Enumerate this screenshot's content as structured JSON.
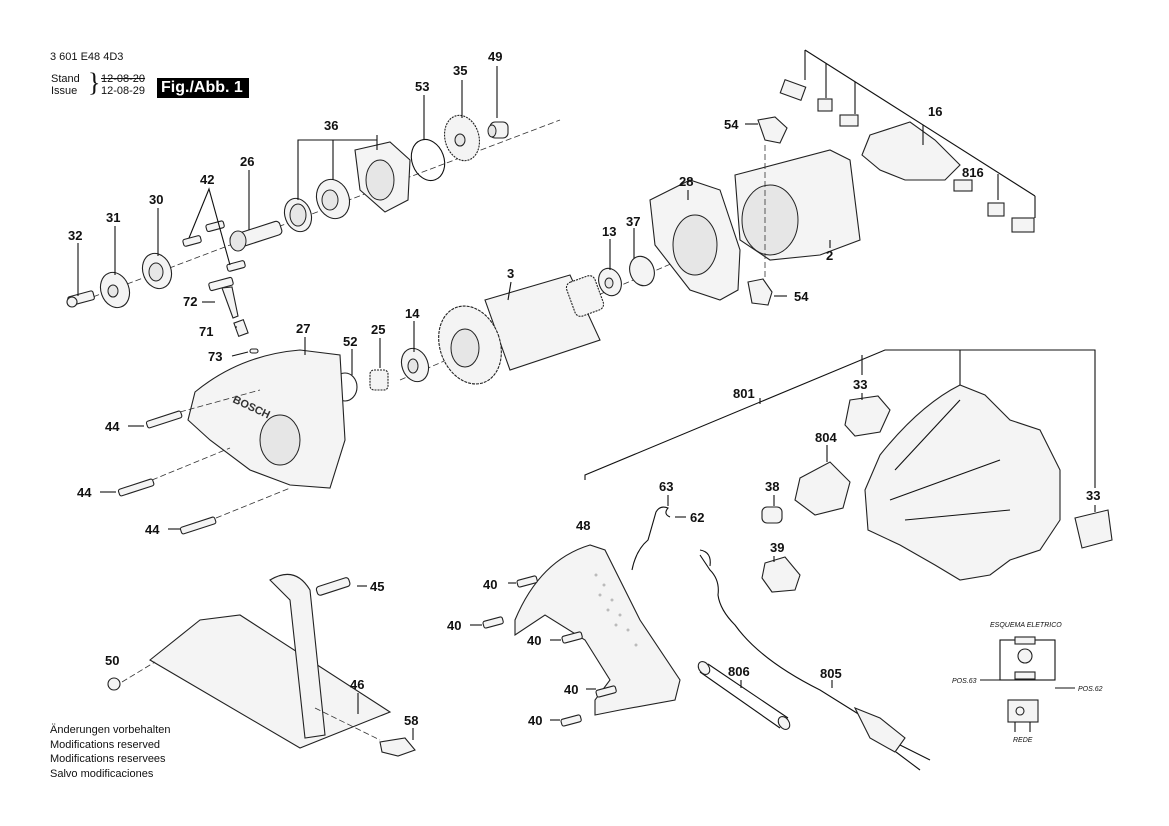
{
  "header": {
    "document_number": "3 601 E48 4D3",
    "stand_label": "Stand",
    "issue_label": "Issue",
    "stand_date": "12-08-20",
    "issue_date": "12-08-29",
    "figure_label": "Fig./Abb. 1"
  },
  "footer_notes": [
    "Änderungen vorbehalten",
    "Modifications reserved",
    "Modifications reservees",
    "Salvo modificaciones"
  ],
  "part_labels": {
    "p32": "32",
    "p31": "31",
    "p30": "30",
    "p42": "42",
    "p26": "26",
    "p36": "36",
    "p53": "53",
    "p35": "35",
    "p49": "49",
    "p72": "72",
    "p71": "71",
    "p73": "73",
    "p27": "27",
    "p52": "52",
    "p25": "25",
    "p14": "14",
    "p3": "3",
    "p13": "13",
    "p37": "37",
    "p28": "28",
    "p54a": "54",
    "p54b": "54",
    "p2": "2",
    "p16": "16",
    "p816": "816",
    "p44a": "44",
    "p44b": "44",
    "p44c": "44",
    "p45": "45",
    "p50": "50",
    "p46": "46",
    "p58": "58",
    "p801": "801",
    "p33a": "33",
    "p33b": "33",
    "p804": "804",
    "p38": "38",
    "p39": "39",
    "p63": "63",
    "p62": "62",
    "p48": "48",
    "p40a": "40",
    "p40b": "40",
    "p40c": "40",
    "p40d": "40",
    "p40e": "40",
    "p806": "806",
    "p805": "805"
  },
  "guard_brand": "BOSCH",
  "schematic": {
    "title": "ESQUEMA ELETRICO",
    "pos63": "POS.63",
    "pos62": "POS.62",
    "rede": "REDE"
  }
}
